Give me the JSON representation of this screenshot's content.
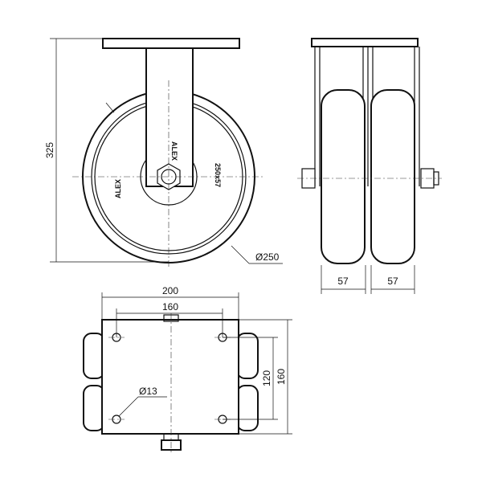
{
  "title": "Fixed castor technical drawing",
  "front_view": {
    "height_dim": "325",
    "wheel_diameter_dim": "Ø250",
    "wheel_brand": "ALEX",
    "fork_brand": "ALEX",
    "wheel_size": "250x57"
  },
  "side_view": {
    "left_wheel_width": "57",
    "right_wheel_width": "57"
  },
  "top_view": {
    "plate_width": "200",
    "bolt_spacing_x": "160",
    "bolt_spacing_y": "120",
    "plate_length": "160",
    "bolt_hole_diameter": "Ø13"
  }
}
